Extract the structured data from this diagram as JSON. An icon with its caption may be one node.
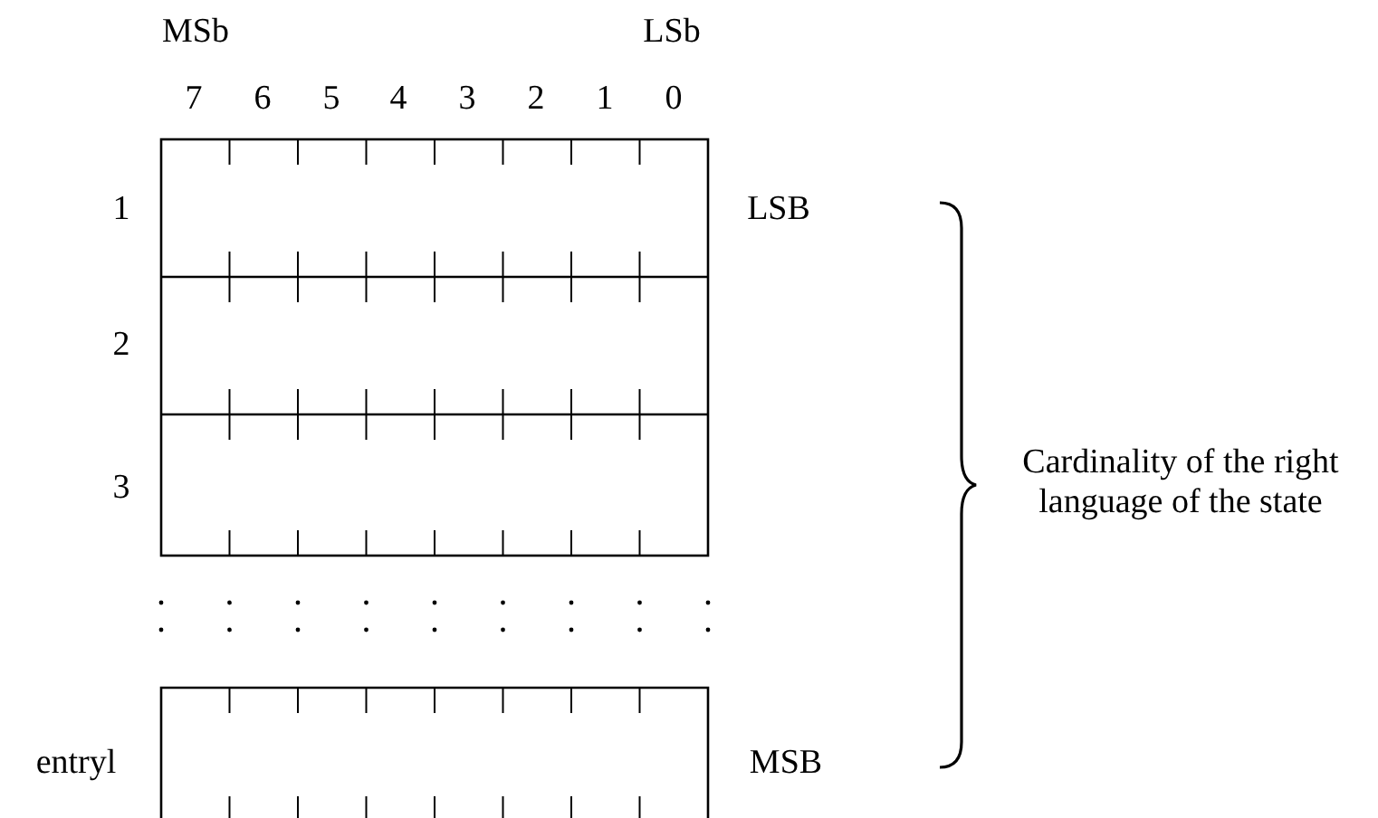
{
  "diagram": {
    "labels": [
      "MSb",
      "LSb",
      "7",
      "6",
      "5",
      "4",
      "3",
      "2",
      "1",
      "0",
      "1",
      "LSB",
      "2",
      "3",
      "Cardinality of the right language of the state",
      "entryl",
      "MSB"
    ]
  }
}
